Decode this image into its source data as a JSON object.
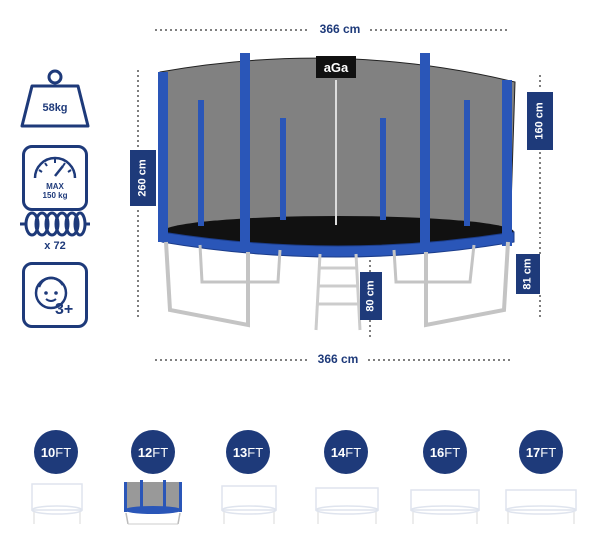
{
  "specs": {
    "weight": "58kg",
    "max_load_line1": "MAX",
    "max_load_line2": "150 kg",
    "springs": "x 72",
    "age": "3+"
  },
  "dimensions": {
    "diameter_top": "366 cm",
    "diameter_bottom": "366 cm",
    "total_height": "260 cm",
    "net_height": "160 cm",
    "frame_height": "81 cm",
    "ladder_height": "80 cm"
  },
  "brand": "aGa",
  "sizes": [
    {
      "num": "10",
      "unit": "FT",
      "selected": false
    },
    {
      "num": "12",
      "unit": "FT",
      "selected": true
    },
    {
      "num": "13",
      "unit": "FT",
      "selected": false
    },
    {
      "num": "14",
      "unit": "FT",
      "selected": false
    },
    {
      "num": "16",
      "unit": "FT",
      "selected": false
    },
    {
      "num": "17",
      "unit": "FT",
      "selected": false
    }
  ],
  "colors": {
    "accent": "#1e3a7a",
    "frame_blue": "#2a56b8"
  }
}
